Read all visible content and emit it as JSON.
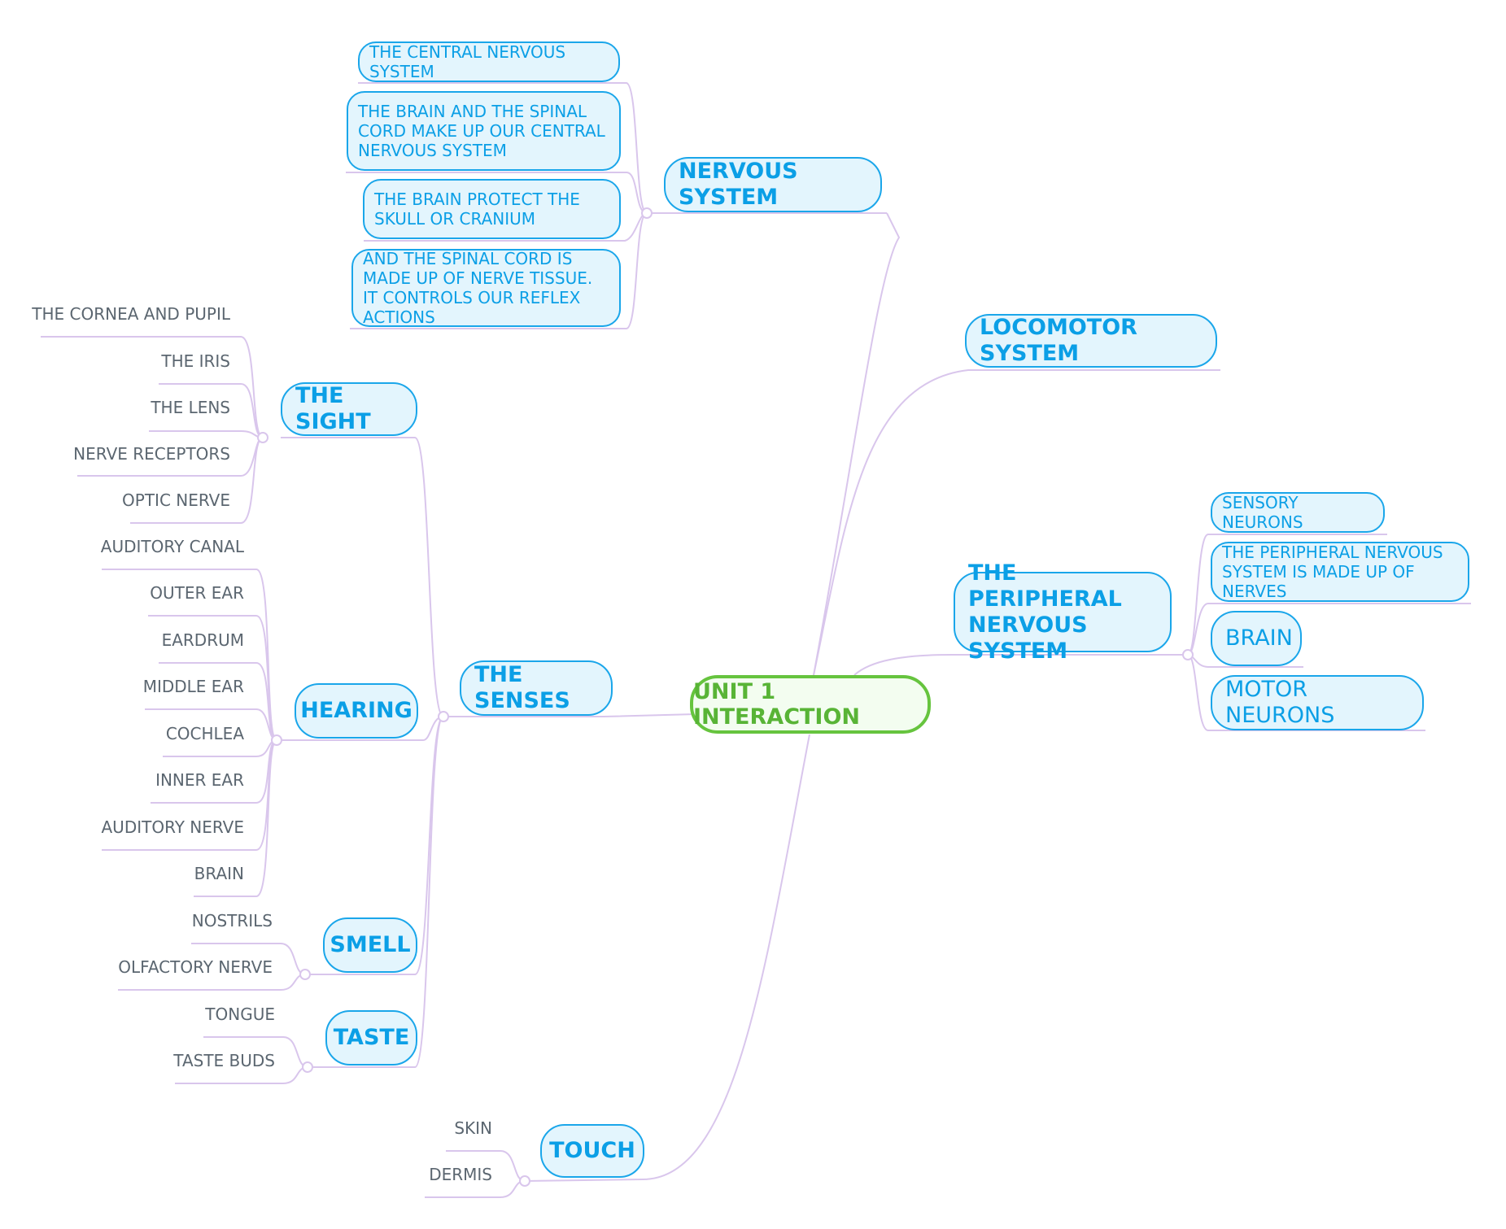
{
  "root": "UNIT 1 INTERACTION",
  "nervous": {
    "label": "NERVOUS SYSTEM",
    "items": [
      "THE CENTRAL NERVOUS SYSTEM",
      "THE BRAIN AND THE SPINAL CORD MAKE UP OUR CENTRAL NERVOUS SYSTEM",
      "THE BRAIN PROTECT THE SKULL OR CRANIUM",
      "AND THE SPINAL CORD IS MADE UP OF NERVE TISSUE. IT CONTROLS OUR REFLEX ACTIONS"
    ]
  },
  "locomotor": {
    "label": "LOCOMOTOR SYSTEM"
  },
  "peripheral": {
    "label": "THE PERIPHERAL NERVOUS SYSTEM",
    "items": [
      "SENSORY NEURONS",
      "THE PERIPHERAL NERVOUS SYSTEM IS MADE UP OF NERVES",
      "BRAIN",
      "MOTOR NEURONS"
    ]
  },
  "senses": {
    "label": "THE SENSES",
    "sight": {
      "label": "THE SIGHT",
      "items": [
        "THE CORNEA AND PUPIL",
        "THE IRIS",
        "THE LENS",
        "NERVE RECEPTORS",
        "OPTIC NERVE"
      ]
    },
    "hearing": {
      "label": "HEARING",
      "items": [
        "AUDITORY CANAL",
        "OUTER EAR",
        "EARDRUM",
        "MIDDLE EAR",
        "COCHLEA",
        "INNER EAR",
        "AUDITORY NERVE",
        "BRAIN"
      ]
    },
    "smell": {
      "label": "SMELL",
      "items": [
        "NOSTRILS",
        "OLFACTORY NERVE"
      ]
    },
    "taste": {
      "label": "TASTE",
      "items": [
        "TONGUE",
        "TASTE BUDS"
      ]
    }
  },
  "touch": {
    "label": "TOUCH",
    "items": [
      "SKIN",
      "DERMIS"
    ]
  },
  "colors": {
    "topic": "#1aa6ea",
    "topic_fill": "#e3f5fd",
    "root": "#66c43e",
    "link": "#d9c6ec",
    "leaf_text": "#5b6670"
  }
}
